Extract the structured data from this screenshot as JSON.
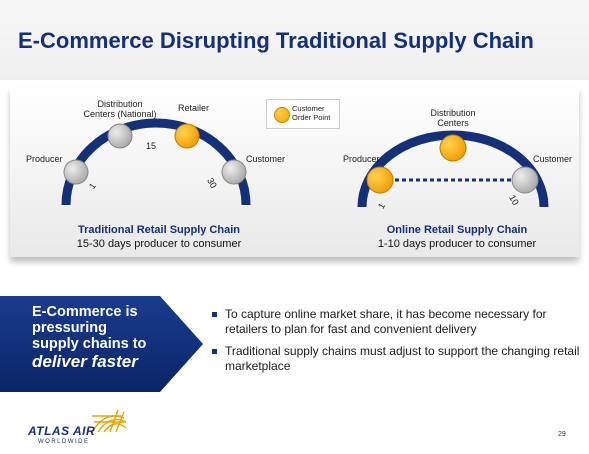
{
  "title": "E-Commerce Disrupting Traditional Supply Chain",
  "legend": {
    "line1": "Customer",
    "line2": "Order Point"
  },
  "colors": {
    "navy": "#14307a",
    "orange": "#f5a500",
    "grey_node": "#c8c8c8",
    "callout_bg": "#0f2c7a"
  },
  "traditional": {
    "nodes": {
      "producer": "Producer",
      "dist_line1": "Distribution",
      "dist_line2": "Centers (National)",
      "retailer": "Retailer",
      "customer": "Customer"
    },
    "numbers": {
      "first": "1",
      "middle": "15",
      "last": "30"
    },
    "title": "Traditional Retail Supply Chain",
    "subtitle": "15-30 days producer to consumer"
  },
  "online": {
    "nodes": {
      "producer": "Producer",
      "dist_line1": "Distribution",
      "dist_line2": "Centers",
      "customer": "Customer"
    },
    "numbers": {
      "first": "1",
      "last": "10"
    },
    "title": "Online Retail Supply Chain",
    "subtitle": "1-10 days producer to consumer"
  },
  "callout": {
    "line1": "E-Commerce is",
    "line2": "pressuring",
    "line3": "supply chains to",
    "emphasis": "deliver faster"
  },
  "bullets": [
    "To capture online market share, it has become necessary for retailers to plan for fast and convenient delivery",
    "Traditional supply chains must adjust to support the changing retail marketplace"
  ],
  "logo": {
    "name": "ATLAS AIR",
    "sub": "WORLDWIDE"
  },
  "page_number": "29"
}
